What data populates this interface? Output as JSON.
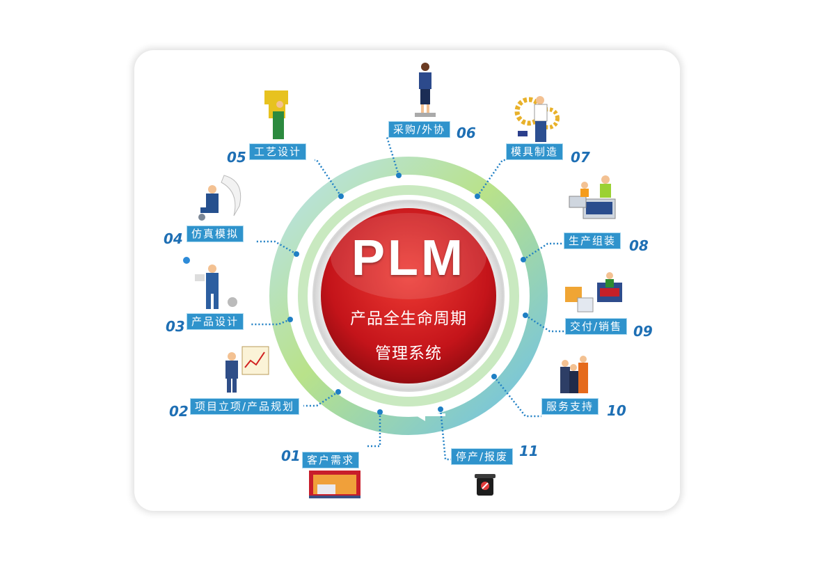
{
  "center": {
    "title": "PLM",
    "subtitle_line1": "产品全生命周期",
    "subtitle_line2": "管理系统"
  },
  "stages": [
    {
      "num": "01",
      "label": "客户需求",
      "icon": "customer-needs-icon"
    },
    {
      "num": "02",
      "label": "项目立项/产品规划",
      "icon": "project-planning-icon"
    },
    {
      "num": "03",
      "label": "产品设计",
      "icon": "product-design-icon"
    },
    {
      "num": "04",
      "label": "仿真模拟",
      "icon": "simulation-icon"
    },
    {
      "num": "05",
      "label": "工艺设计",
      "icon": "process-design-icon"
    },
    {
      "num": "06",
      "label": "采购/外协",
      "icon": "procurement-icon"
    },
    {
      "num": "07",
      "label": "模具制造",
      "icon": "mold-manufacturing-icon"
    },
    {
      "num": "08",
      "label": "生产组装",
      "icon": "production-assembly-icon"
    },
    {
      "num": "09",
      "label": "交付/销售",
      "icon": "delivery-sales-icon"
    },
    {
      "num": "10",
      "label": "服务支持",
      "icon": "service-support-icon"
    },
    {
      "num": "11",
      "label": "停产/报废",
      "icon": "discontinue-scrap-icon"
    }
  ],
  "colors": {
    "ring_blue": "#5bb8e8",
    "ring_green": "#b7e07a",
    "label_bg": "#2f93cc",
    "number": "#1e6fb4",
    "center_red": "#c8141b"
  }
}
